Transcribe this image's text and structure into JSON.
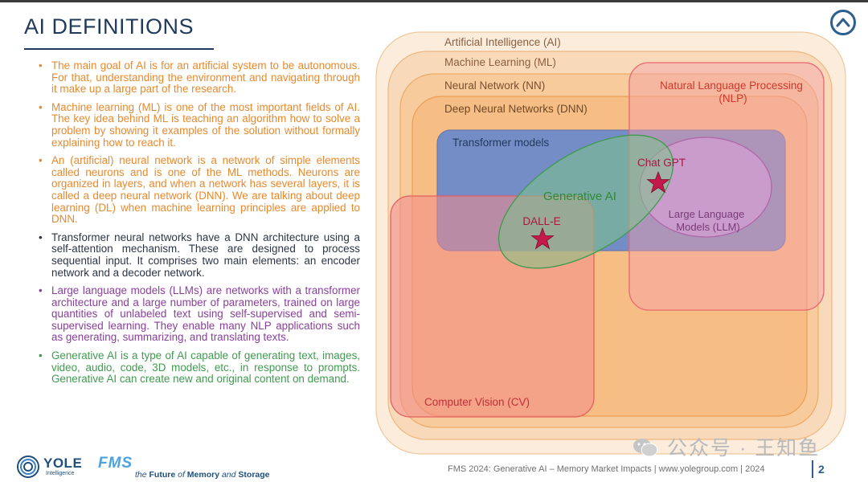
{
  "title": "AI DEFINITIONS",
  "bullets": [
    {
      "text": "The main goal of AI is for an artificial system to be autonomous. For that, understanding the environment and navigating through it make up a large part of the research.",
      "color": "#e8892c"
    },
    {
      "text": "Machine learning (ML) is one of the most important fields of AI. The key idea behind ML is teaching an algorithm how to solve a problem by showing it examples of the solution without formally explaining how to reach it.",
      "color": "#e8892c"
    },
    {
      "text": "An (artificial) neural network is a network of simple elements called neurons and is one of the ML methods. Neurons are organized in layers, and when a network has several layers, it is called a deep neural network (DNN). We are talking about deep learning (DL) when machine learning principles are applied to DNN.",
      "color": "#e8892c"
    },
    {
      "text": "Transformer neural networks have a DNN architecture using a self-attention mechanism. These are designed to process sequential input. It comprises two main elements: an encoder network and a decoder network.",
      "color": "#2c3545"
    },
    {
      "text": "Large language models (LLMs) are networks with a transformer architecture and a large number of parameters, trained on large quantities of unlabeled text using self-supervised and semi-supervised learning. They enable many NLP applications such as generating, summarizing, and translating texts.",
      "color": "#8a3f9c"
    },
    {
      "text": "Generative AI is a type of AI capable of generating text, images, video, audio, code, 3D models, etc., in response to prompts. Generative AI can create new and original content on demand.",
      "color": "#3f9b4f"
    }
  ],
  "diagram": {
    "ai": "Artificial Intelligence (AI)",
    "ml": "Machine Learning (ML)",
    "nn": "Neural Network (NN)",
    "dnn": "Deep Neural Networks (DNN)",
    "transformer": "Transformer models",
    "nlp_line1": "Natural Language Processing",
    "nlp_line2": "(NLP)",
    "genai": "Generative AI",
    "llm_line1": "Large Language",
    "llm_line2": "Models (LLM)",
    "chatgpt": "Chat GPT",
    "dalle": "DALL-E",
    "cv": "Computer Vision (CV)"
  },
  "footer": {
    "text": "FMS 2024: Generative AI – Memory Market Impacts | www.yolegroup.com | 2024",
    "page": "2"
  },
  "logos": {
    "yole": "YOLE",
    "yole_sub": "Intelligence",
    "fms": "FMS",
    "fms_tag_1": "the ",
    "fms_tag_2": "Future",
    "fms_tag_3": " of ",
    "fms_tag_4": "Memory",
    "fms_tag_5": " and ",
    "fms_tag_6": "Storage"
  },
  "watermark": "公众号 · 王知鱼",
  "icons": [
    "chevron-up-icon",
    "star-icon",
    "wechat-icon"
  ],
  "colors": {
    "title": "#1f3a5a",
    "accent_blue": "#2a5f8f",
    "star": "#c41a4a"
  }
}
